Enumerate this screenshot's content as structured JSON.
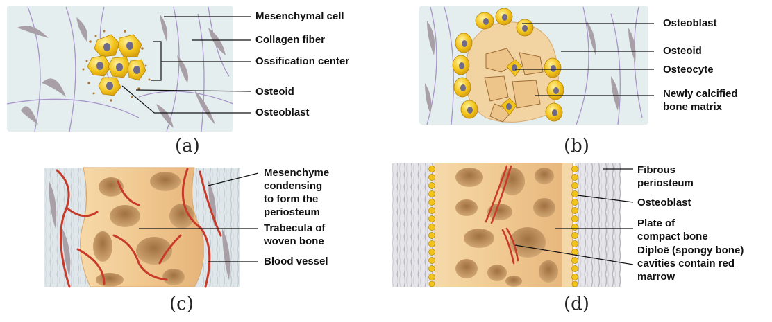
{
  "panels": {
    "a": {
      "caption": "(a)",
      "labels": {
        "mesenchymal_cell": "Mesenchymal cell",
        "collagen_fiber": "Collagen fiber",
        "ossification_center": "Ossification center",
        "osteoid": "Osteoid",
        "osteoblast": "Osteoblast"
      }
    },
    "b": {
      "caption": "(b)",
      "labels": {
        "osteoblast": "Osteoblast",
        "osteoid": "Osteoid",
        "osteocyte": "Osteocyte",
        "calcified_matrix": "Newly calcified\nbone matrix"
      }
    },
    "c": {
      "caption": "(c)",
      "labels": {
        "mesenchyme": "Mesenchyme\ncondensing\nto form the\nperiosteum",
        "trabecula": "Trabecula of\nwoven bone",
        "blood_vessel": "Blood vessel"
      }
    },
    "d": {
      "caption": "(d)",
      "labels": {
        "fibrous_periosteum": "Fibrous\nperiosteum",
        "osteoblast": "Osteoblast",
        "compact_bone": "Plate of\ncompact bone",
        "diploe": "Diploë (spongy bone)\ncavities contain red\nmarrow"
      }
    }
  },
  "colors": {
    "background_tissue": "#e4eeee",
    "fiber": "#a894c8",
    "mesenchymal_cell": "#a8a0a6",
    "osteoblast": "#f2c318",
    "nucleus": "#6f6a8a",
    "osteoid": "#f2d4a2",
    "bone": "#f0c890",
    "cavity": "#c79a60",
    "vessel": "#c83a2a"
  }
}
